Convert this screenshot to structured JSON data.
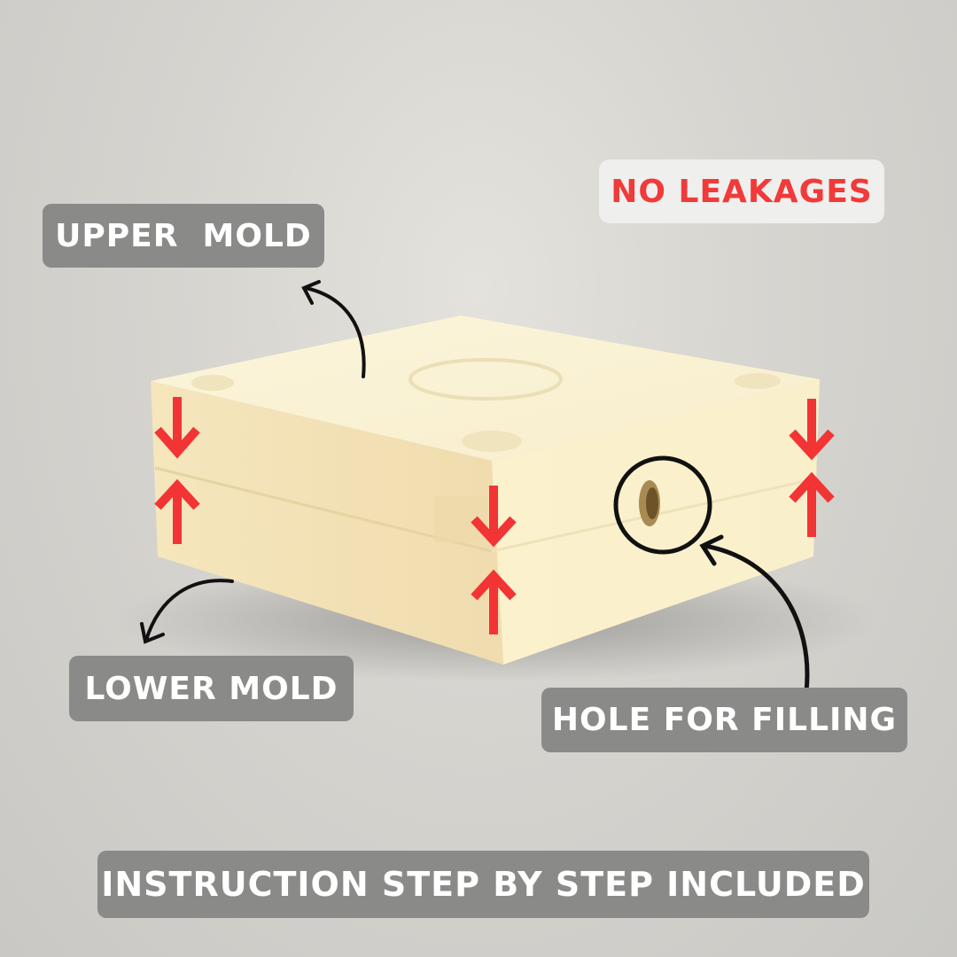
{
  "labels": {
    "upper_mold": "UPPER  MOLD",
    "lower_mold": "LOWER MOLD",
    "hole_for_filling": "HOLE FOR FILLING",
    "no_leakages": "NO LEAKAGES",
    "instruction": "INSTRUCTION STEP BY STEP INCLUDED"
  },
  "colors": {
    "arrow_red": "#f23434",
    "mold_cream": "#f6ecc6",
    "label_gray": "#8a8a88"
  },
  "icons": [
    "down-arrow-icon",
    "up-arrow-icon",
    "curved-pointer-arrow-icon",
    "circle-highlight-icon"
  ]
}
